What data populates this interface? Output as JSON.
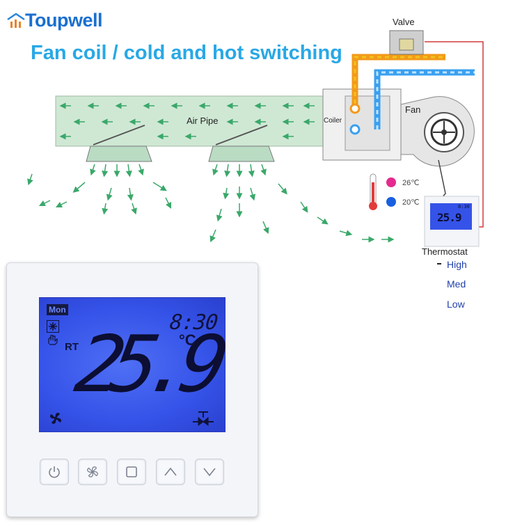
{
  "brand": {
    "name": "Toupwell",
    "logo_icon": "house-bars-icon",
    "colors": {
      "logo_bars": "#e8832a",
      "logo_roof": "#2a86d8",
      "text": "#1a6fd0"
    }
  },
  "headline": "Fan coil / cold and hot switching",
  "diagram": {
    "valve_label": "Valve",
    "coiler_label": "Coiler",
    "fan_label": "Fan",
    "air_pipe_label": "Air Pipe",
    "thermostat_label": "Thermostat",
    "hot_temp": "26℃",
    "cold_temp": "20℃",
    "mini_thermostat_temp": "25.9",
    "mini_thermostat_time": "8:30",
    "speeds": [
      "High",
      "Med",
      "Low"
    ],
    "colors": {
      "hot_pipe": "#f29a1a",
      "cold_pipe": "#3aa0f0",
      "duct": "#cfe8d4",
      "airflow": "#3aa86a",
      "wire": "#d43a3a",
      "hot_dot": "#e52a8f",
      "cold_dot": "#1a5fe0"
    }
  },
  "device": {
    "day": "Mon",
    "time": "8:30",
    "rt_label": "RT",
    "temperature": "25.9",
    "unit": "°C",
    "mode_icons": [
      "snowflake-icon",
      "hand-icon",
      "fan-icon",
      "valve-icon"
    ],
    "buttons": [
      {
        "name": "power-button",
        "icon": "power-icon"
      },
      {
        "name": "fan-speed-button",
        "icon": "fan-icon"
      },
      {
        "name": "mode-button",
        "icon": "square-icon"
      },
      {
        "name": "up-button",
        "icon": "chevron-up-icon"
      },
      {
        "name": "down-button",
        "icon": "chevron-down-icon"
      }
    ],
    "colors": {
      "lcd": "#3553e8",
      "segment": "#0c0e33"
    }
  }
}
